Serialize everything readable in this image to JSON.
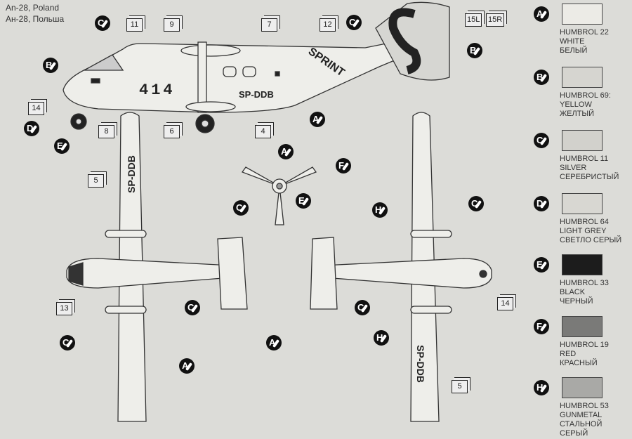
{
  "header": {
    "title_en": "An-28, Poland",
    "title_ru": "Ан-28, Польша"
  },
  "markings": {
    "fuselage_number": "414",
    "registration": "SP-DDB",
    "wing_registration_left": "SP-DDB",
    "wing_registration_right": "SP-DDB",
    "logo": "SPRINT"
  },
  "decals": [
    "11",
    "9",
    "7",
    "12",
    "15L",
    "15R",
    "14",
    "8",
    "6",
    "4",
    "5",
    "13",
    "14",
    "5"
  ],
  "callouts": [
    "C",
    "B",
    "D",
    "E",
    "A",
    "C",
    "B",
    "A",
    "F",
    "E",
    "C",
    "C",
    "C",
    "A",
    "A",
    "C",
    "C",
    "H",
    "H"
  ],
  "legend": [
    {
      "letter": "A",
      "code": "HUMBROL 22",
      "name_en": "WHITE",
      "name_ru": "БЕЛЫЙ",
      "color": "#ecebe6"
    },
    {
      "letter": "B",
      "code": "HUMBROL 69:",
      "name_en": "YELLOW",
      "name_ru": "ЖЕЛТЫЙ",
      "color": "#d6d5d0"
    },
    {
      "letter": "C",
      "code": "HUMBROL 11",
      "name_en": "SILVER",
      "name_ru": "СЕРЕБРИСТЫЙ",
      "color": "#d2d1cc"
    },
    {
      "letter": "D",
      "code": "HUMBROL 64",
      "name_en": "LIGHT GREY",
      "name_ru": "СВЕТЛО СЕРЫЙ",
      "color": "#d8d7d2"
    },
    {
      "letter": "E",
      "code": "HUMBROL 33",
      "name_en": "BLACK",
      "name_ru": "ЧЕРНЫЙ",
      "color": "#1c1c1c"
    },
    {
      "letter": "F",
      "code": "HUMBROL 19",
      "name_en": "RED",
      "name_ru": "КРАСНЫЙ",
      "color": "#7a7a78"
    },
    {
      "letter": "H",
      "code": "HUMBROL 53",
      "name_en": "GUNMETAL",
      "name_ru": "СТАЛЬНОЙ СЕРЫЙ",
      "color": "#a9a9a6"
    }
  ]
}
